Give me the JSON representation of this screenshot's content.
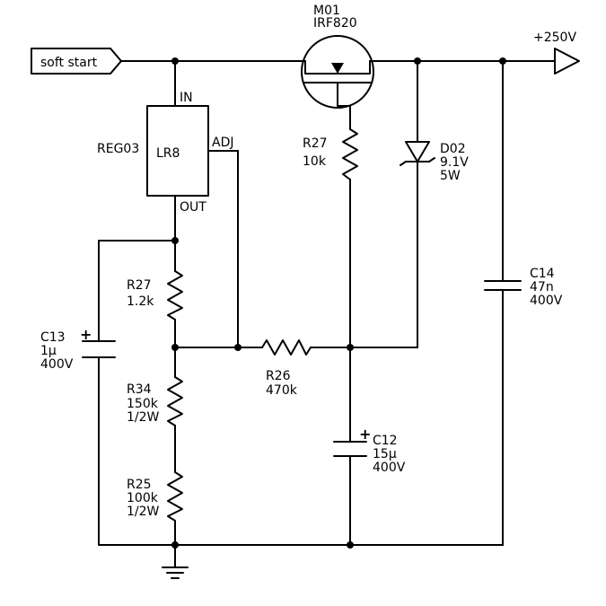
{
  "input": {
    "label": "soft start"
  },
  "output": {
    "label": "+250V"
  },
  "mosfet": {
    "ref": "M01",
    "part": "IRF820"
  },
  "regulator": {
    "ref": "REG03",
    "part": "LR8",
    "pin_in": "IN",
    "pin_adj": "ADJ",
    "pin_out": "OUT"
  },
  "r27_gate": {
    "ref": "R27",
    "value": "10k"
  },
  "r27_adj": {
    "ref": "R27",
    "value": "1.2k"
  },
  "r26": {
    "ref": "R26",
    "value": "470k"
  },
  "r34": {
    "ref": "R34",
    "value": "150k",
    "rating": "1/2W"
  },
  "r25": {
    "ref": "R25",
    "value": "100k",
    "rating": "1/2W"
  },
  "d02": {
    "ref": "D02",
    "voltage": "9.1V",
    "power": "5W"
  },
  "c13": {
    "ref": "C13",
    "value": "1µ",
    "voltage": "400V",
    "polarity": "+"
  },
  "c12": {
    "ref": "C12",
    "value": "15µ",
    "voltage": "400V",
    "polarity": "+"
  },
  "c14": {
    "ref": "C14",
    "value": "47n",
    "voltage": "400V"
  }
}
